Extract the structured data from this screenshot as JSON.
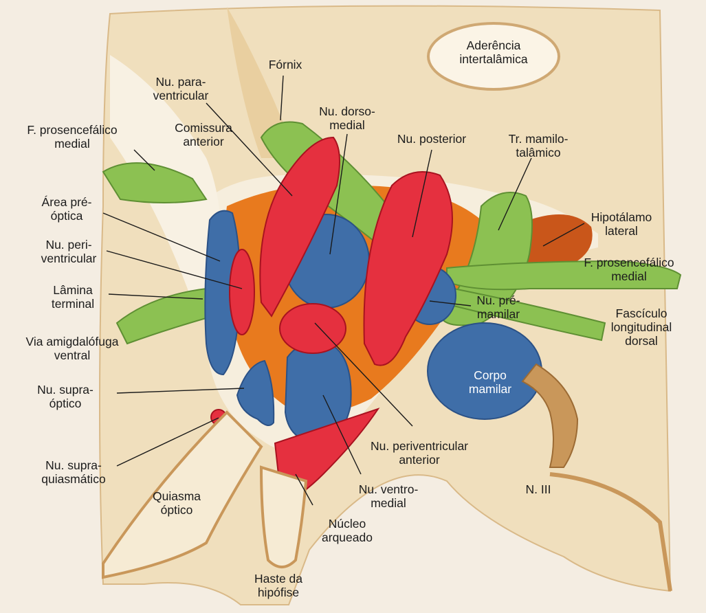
{
  "colors": {
    "background": "#f3ecdf",
    "tissue": "#efdcb3",
    "brown": "#c9975a",
    "green": "#8cbf4e",
    "red": "#e5303f",
    "blue": "#3f6ea8",
    "orange": "#e8781c"
  },
  "labels": {
    "aderencia": [
      "Aderência",
      "intertalâmica"
    ],
    "fornix": [
      "Fórnix"
    ],
    "paraventricular": [
      "Nu. para-",
      "ventricular"
    ],
    "dorsomedial": [
      "Nu. dorso-",
      "medial"
    ],
    "posterior": [
      "Nu. posterior"
    ],
    "mamilotalamico": [
      "Tr. mamilo-",
      "talâmico"
    ],
    "comissura": [
      "Comissura",
      "anterior"
    ],
    "fpm_left": [
      "F. prosencefálico",
      "medial"
    ],
    "preoptica": [
      "Área pré-",
      "óptica"
    ],
    "periventricular": [
      "Nu. peri-",
      "ventricular"
    ],
    "lamina": [
      "Lâmina",
      "terminal"
    ],
    "amigdalofuga": [
      "Via amigdalófuga",
      "ventral"
    ],
    "supraoptico": [
      "Nu. supra-",
      "óptico"
    ],
    "supraquiasmatico": [
      "Nu. supra-",
      "quiasmático"
    ],
    "quiasma": [
      "Quiasma",
      "óptico"
    ],
    "haste": [
      "Haste da",
      "hipófise"
    ],
    "arqueado": [
      "Núcleo",
      "arqueado"
    ],
    "ventromedial": [
      "Nu. ventro-",
      "medial"
    ],
    "periv_anterior": [
      "Nu. periventricular",
      "anterior"
    ],
    "corpo_mamilar": [
      "Corpo",
      "mamilar"
    ],
    "n3": [
      "N. III"
    ],
    "hip_lateral": [
      "Hipotálamo",
      "lateral"
    ],
    "fpm_right": [
      "F. prosencefálico",
      "medial"
    ],
    "premamilar": [
      "Nu. pré-",
      "mamilar"
    ],
    "fasciculo": [
      "Fascículo",
      "longitudinal",
      "dorsal"
    ]
  }
}
